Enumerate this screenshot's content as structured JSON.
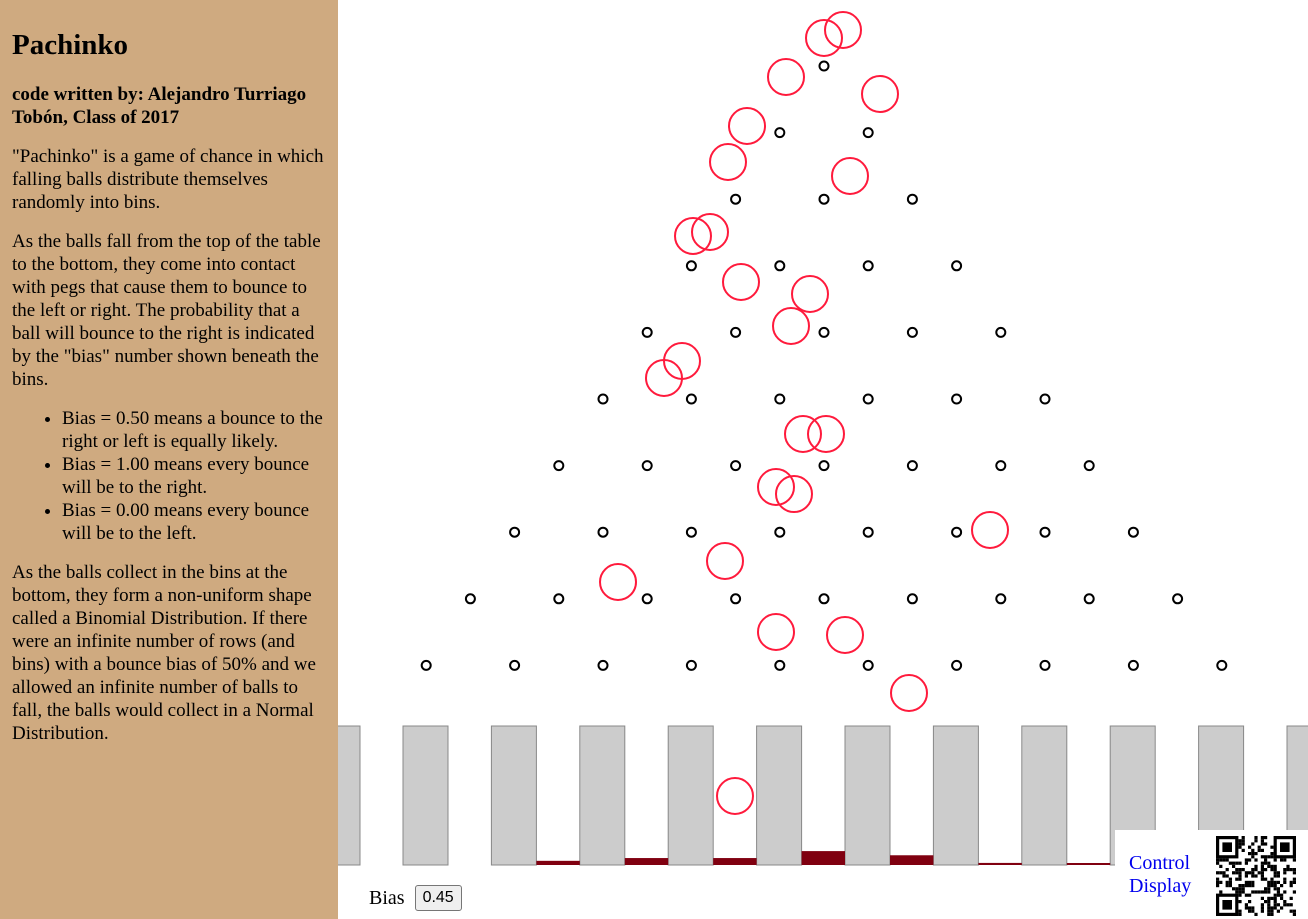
{
  "sidebar": {
    "title": "Pachinko",
    "credit": "code written by: Alejandro Turriago Tobón, Class of 2017",
    "paragraph1": "\"Pachinko\" is a game of chance in which falling balls distribute themselves randomly into bins.",
    "paragraph2": "As the balls fall from the top of the table to the bottom, they come into contact with pegs that cause them to bounce to the left or right. The probability that a ball will bounce to the right is indicated by the \"bias\" number shown beneath the bins.",
    "bullets": [
      "Bias = 0.50 means a bounce to the right or left is equally likely.",
      "Bias = 1.00 means every bounce will be to the right.",
      "Bias = 0.00 means every bounce will be to the left."
    ],
    "paragraph3": "As the balls collect in the bins at the bottom, they form a non-uniform shape called a Binomial Distribution. If there were an infinite number of rows (and bins) with a bounce bias of 50% and we allowed an infinite number of balls to fall, the balls would collect in a Normal Distribution."
  },
  "controls": {
    "bias_label": "Bias",
    "bias_value": "0.45",
    "control_link_line1": "Control",
    "control_link_line2": "Display"
  },
  "colors": {
    "sidebar_bg": "#cfaa80",
    "ball": "#ff1a3c",
    "bin_fill": "#800010",
    "divider": "#cccccc"
  },
  "board": {
    "peg_rows": 10,
    "bin_count": 12,
    "bin_fill_levels": [
      0,
      0,
      0.03,
      0.05,
      0.05,
      0.1,
      0.07,
      0.015,
      0.005,
      0,
      0,
      0
    ]
  }
}
